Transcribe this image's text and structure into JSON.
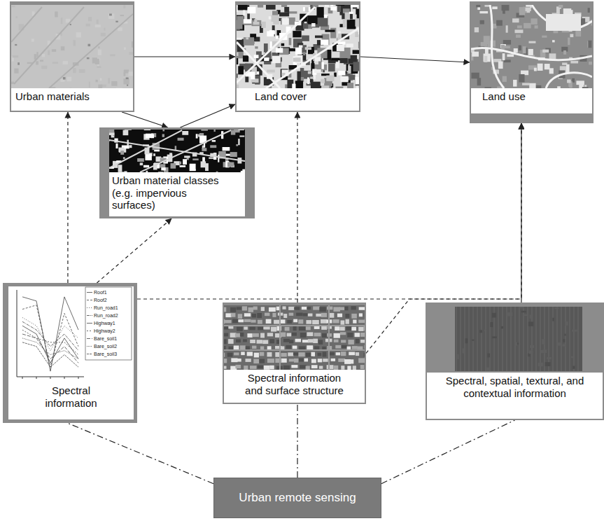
{
  "diagram": {
    "nodes": [
      {
        "text": [
          "Urban materials"
        ]
      },
      {
        "text": [
          "Land cover"
        ]
      },
      {
        "text": [
          "Land use"
        ]
      },
      {
        "text": [
          "Urban material classes (e.g. impervious surfaces)"
        ]
      },
      {
        "text": [
          "Spectral information"
        ]
      },
      {
        "text": [
          "Spectral information and surface structure"
        ]
      },
      {
        "text": [
          "Spectral, spatial, textural, and contextual information"
        ]
      },
      {
        "text": [
          "Urban remote sensing"
        ]
      }
    ],
    "edges": [
      {
        "from": 0,
        "to": 1,
        "arrow": "to"
      },
      {
        "from": 1,
        "to": 2,
        "arrow": "to"
      },
      {
        "from": 0,
        "to": 3,
        "arrow": "to"
      },
      {
        "from": 3,
        "to": 1,
        "arrow": "to"
      },
      {
        "from": 4,
        "to": 0,
        "arrow": "to"
      },
      {
        "from": 4,
        "to": 3,
        "arrow": "to"
      },
      {
        "from": 4,
        "to": 2,
        "arrow": "to"
      },
      {
        "from": 5,
        "to": 1,
        "arrow": "to"
      },
      {
        "from": 5,
        "to": 2,
        "arrow": "to"
      },
      {
        "from": 6,
        "to": 2,
        "arrow": "to"
      },
      {
        "from": 7,
        "to": 4,
        "arrow": "none"
      },
      {
        "from": 7,
        "to": 5,
        "arrow": "none"
      },
      {
        "from": 7,
        "to": 6,
        "arrow": "none"
      }
    ],
    "labels": [
      "Roof1",
      "Roof2",
      "Run_road1",
      "Run_road2",
      "Highway1",
      "Highway2",
      "Bare_soil1",
      "Bare_soil2",
      "Bare_soil3"
    ]
  }
}
